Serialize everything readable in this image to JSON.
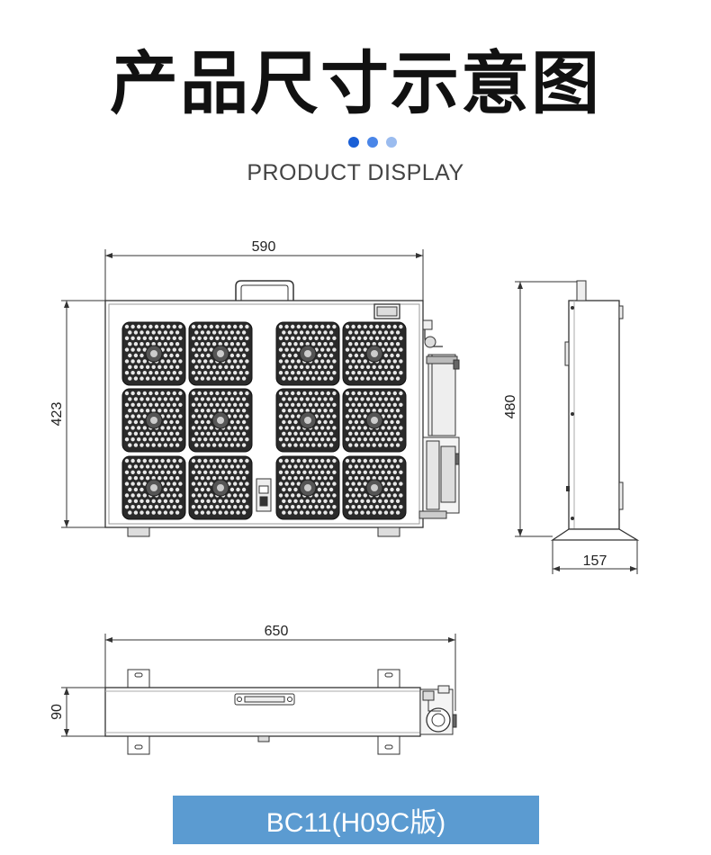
{
  "header": {
    "title": "产品尺寸示意图",
    "subtitle": "PRODUCT DISPLAY"
  },
  "colors": {
    "dot_1": "#1a5fd6",
    "dot_2": "#4a86e8",
    "dot_3": "#9bbcef",
    "banner": "#5b9bd1",
    "line": "#333333"
  },
  "front_view": {
    "width_label": "590",
    "height_label": "423"
  },
  "side_view": {
    "height_label": "480",
    "depth_label": "157"
  },
  "top_view": {
    "width_label": "650",
    "height_label": "90"
  },
  "model": {
    "label": "BC11(H09C版)"
  }
}
